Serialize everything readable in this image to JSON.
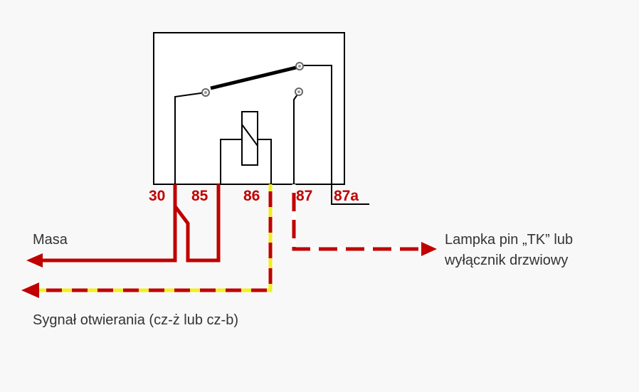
{
  "pins": [
    "30",
    "85",
    "86",
    "87",
    "87a"
  ],
  "captions": {
    "ground": "Masa",
    "signal": "Sygnał otwierania (cz-ż lub cz-b)",
    "lamp_line1": "Lampka pin „TK” lub",
    "lamp_line2": "wyłącznik drzwiowy"
  },
  "colors": {
    "wire_red": "#c00000",
    "dash_yellow": "#f0f020",
    "dash_white": "#ffffff",
    "relay_line": "#000000",
    "pin_label": "#c00000"
  },
  "icons": {
    "arrowheads": "arrow-left-icon / arrow-right-icon",
    "coil": "relay-coil-icon",
    "contact": "relay-contact-icon"
  }
}
